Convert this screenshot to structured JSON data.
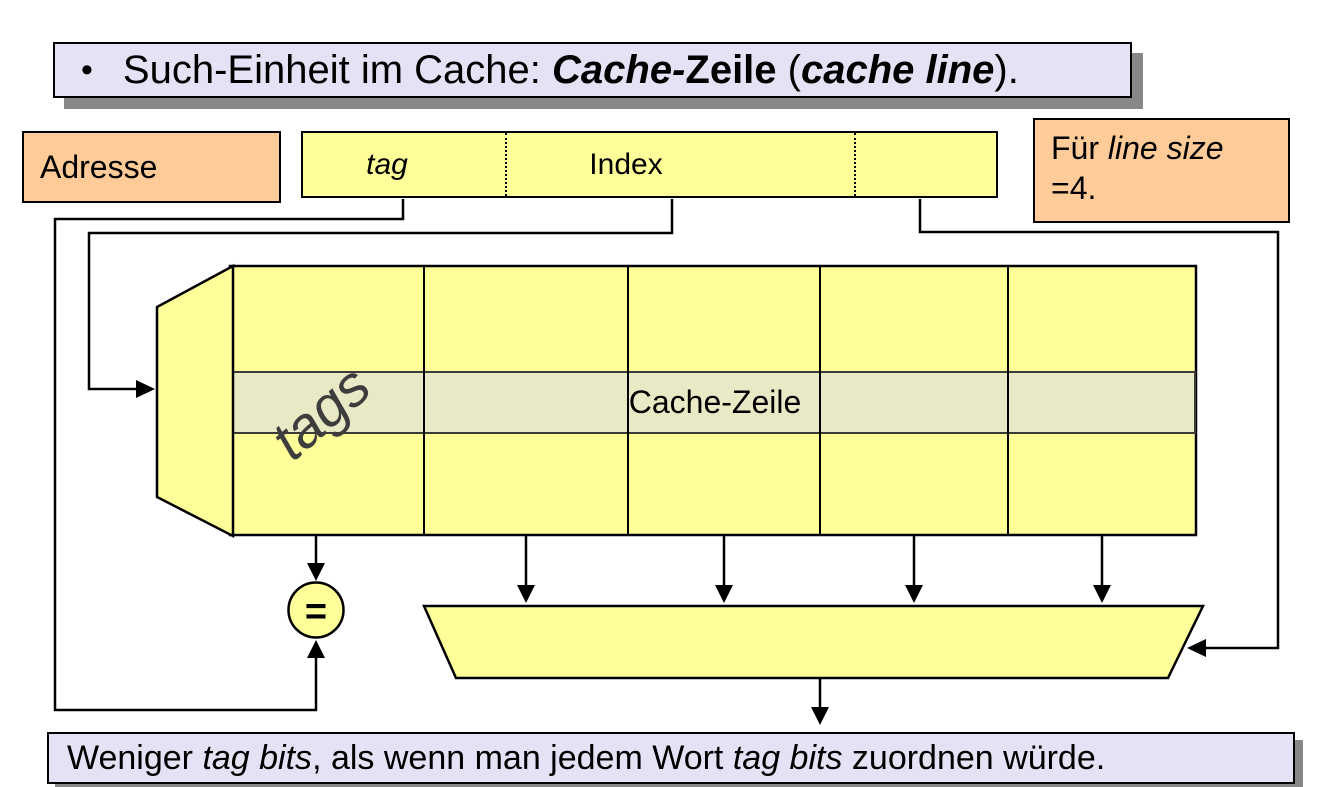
{
  "title": {
    "bullet": "•",
    "lead": "Such-Einheit im Cache: ",
    "emph_bold_italic": "Cache-",
    "emph_bold": "Zeile",
    "mid": " (",
    "emph_paren_italic": "cache line",
    "end": ")."
  },
  "address_box": {
    "label": "Adresse"
  },
  "address_bar": {
    "tag_label": "tag",
    "index_label": "Index"
  },
  "line_size_box": {
    "line1_regular": "Für ",
    "line1_italic": "line size",
    "line2": "=4."
  },
  "cache_array": {
    "tags_label": "tags",
    "line_label": "Cache-Zeile",
    "columns": 5,
    "rows": 3
  },
  "comparator": {
    "symbol": "="
  },
  "footer": {
    "p1": "Weniger ",
    "i1": "tag bits",
    "p2": ", als wenn man jedem Wort ",
    "i2": "tag bits",
    "p3": " zuordnen würde."
  },
  "colors": {
    "note_lavender": "#e3e3f5",
    "box_orange": "#ffcc99",
    "cell_yellow": "#ffff99",
    "highlight_row": "#e9e9c6",
    "shadow_gray": "#888888",
    "line_black": "#000000",
    "tags_text_gray": "#3d3d3d"
  }
}
